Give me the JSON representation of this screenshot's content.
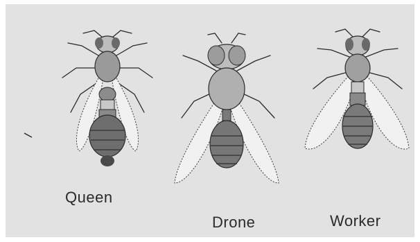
{
  "labels": {
    "queen": "Queen",
    "drone": "Drone",
    "worker": "Worker"
  },
  "colors": {
    "background": "#e2e2e2",
    "ink": "#2a2a2a"
  }
}
